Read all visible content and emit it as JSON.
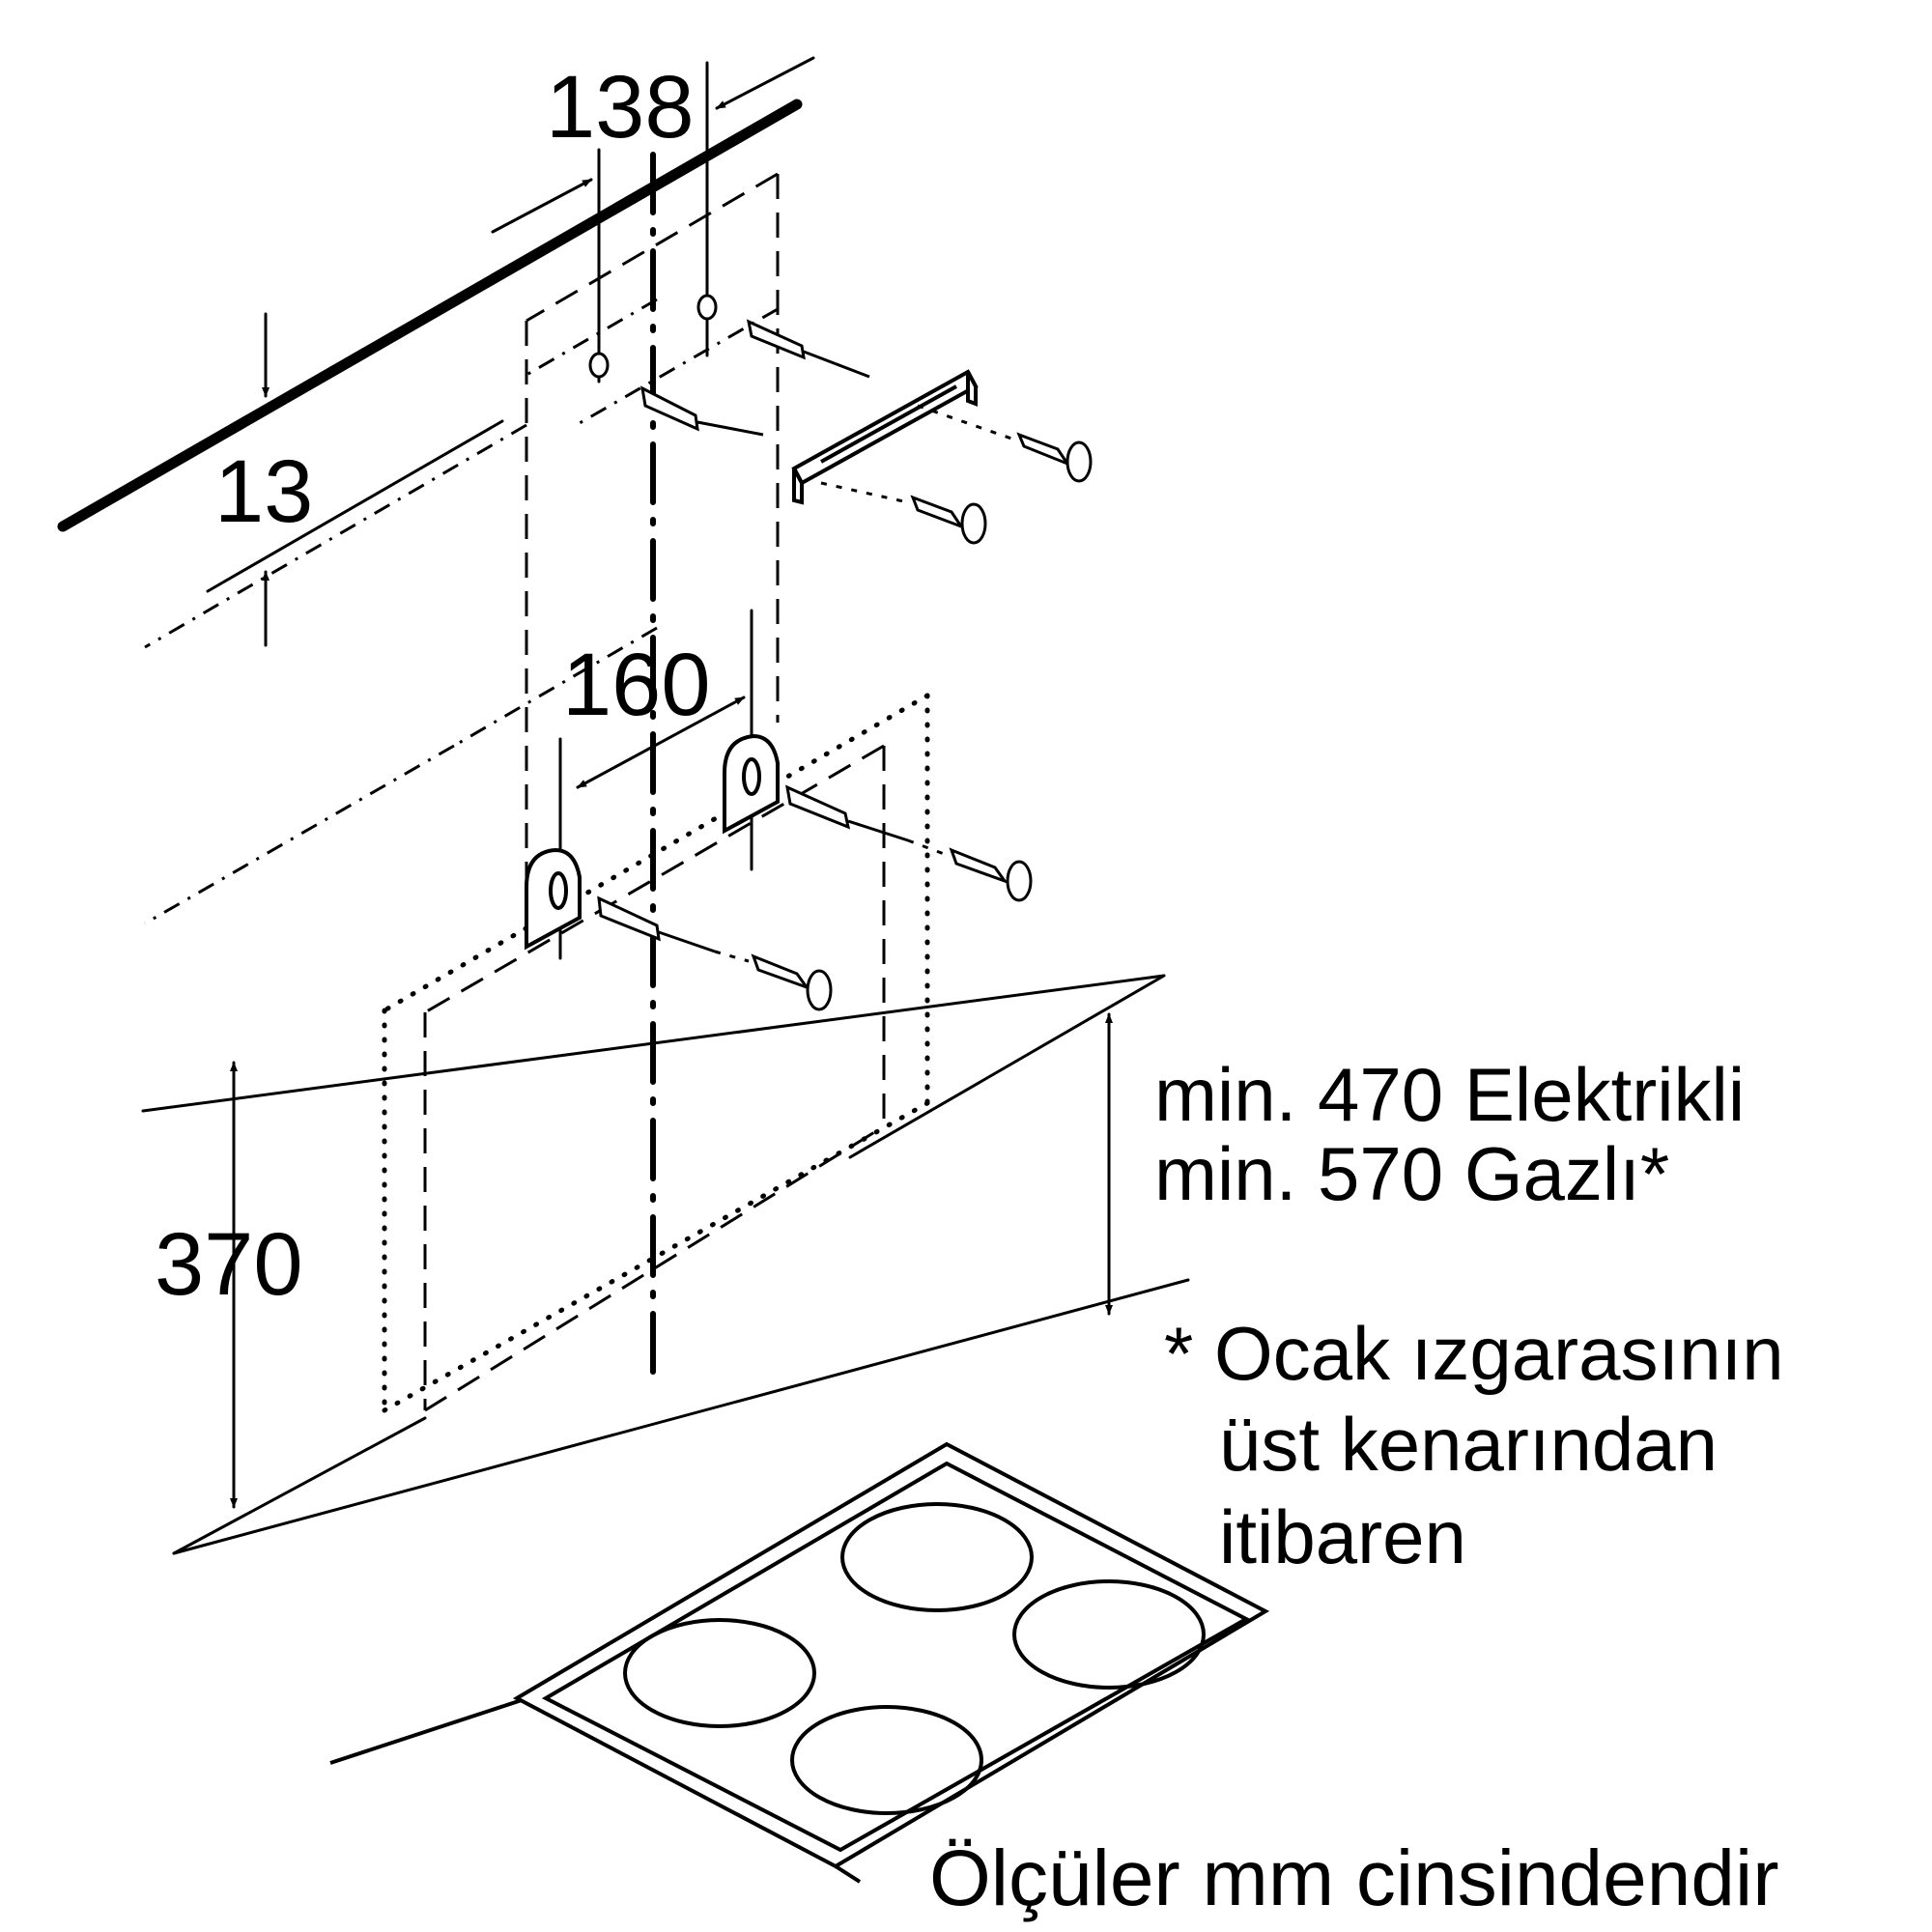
{
  "dimensions": {
    "top_spacing": "138",
    "ceiling_offset": "13",
    "bracket_spacing": "160",
    "lower_height": "370"
  },
  "notes": {
    "min_electric": "min. 470 Elektrikli",
    "min_gas": "min. 570 Gazlı*",
    "footnote_line1": "* Ocak ızgarasının",
    "footnote_line2": "üst kenarından",
    "footnote_line3": "itibaren",
    "units": "Ölçüler mm cinsindendir"
  }
}
